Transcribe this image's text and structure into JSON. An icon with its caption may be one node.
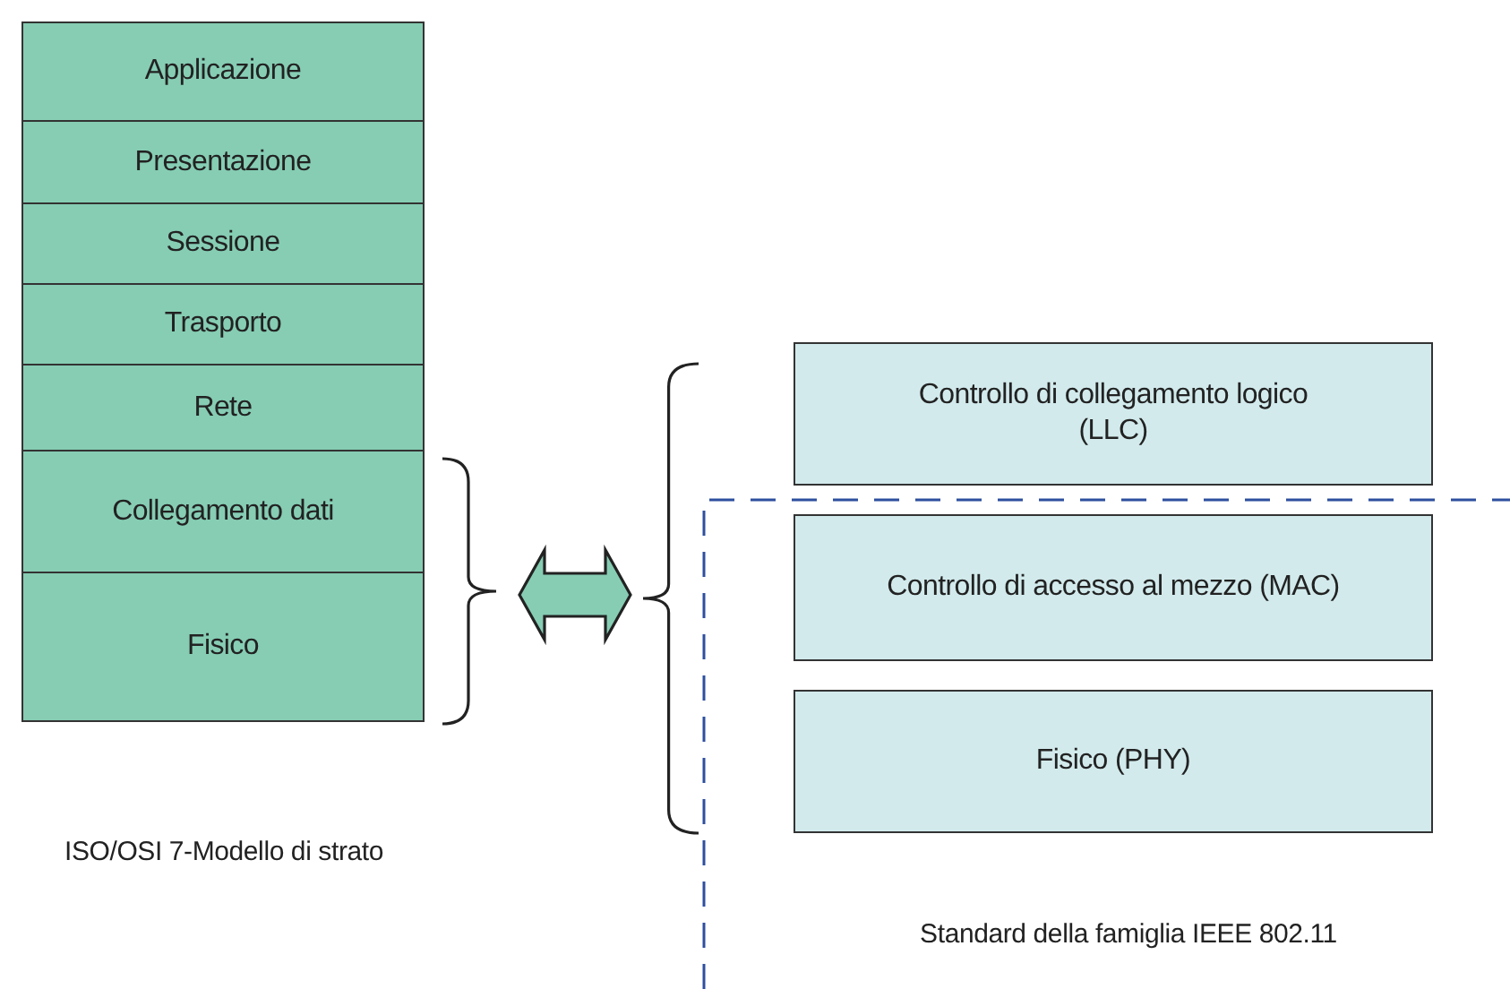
{
  "diagram": {
    "nodes": [
      {
        "text": [
          "Applicazione"
        ]
      },
      {
        "text": [
          "Presentazione"
        ]
      },
      {
        "text": [
          "Sessione"
        ]
      },
      {
        "text": [
          "Trasporto"
        ]
      },
      {
        "text": [
          "Rete"
        ]
      },
      {
        "text": [
          "Collegamento dati"
        ]
      },
      {
        "text": [
          "Fisico"
        ]
      },
      {
        "text": [],
        "shape": "brace"
      },
      {
        "text": [],
        "shape": "brace"
      },
      {
        "text": [
          "Controllo di collegamento logico (LLC)"
        ]
      },
      {
        "text": [
          "Controllo di accesso al mezzo (MAC)"
        ]
      },
      {
        "text": [
          "Fisico (PHY)"
        ]
      }
    ],
    "edges": [
      {
        "from": 7,
        "to": 8,
        "arrow": "both"
      }
    ],
    "labels": [
      "ISO/OSI 7-Modello di strato",
      "Standard della famiglia IEEE 802.11"
    ]
  }
}
